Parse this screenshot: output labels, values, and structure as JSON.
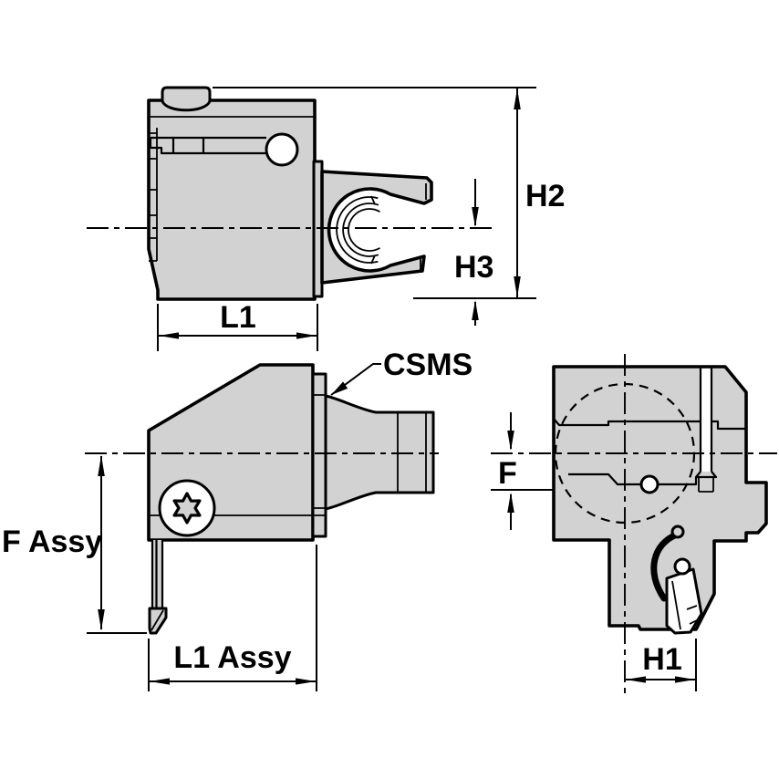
{
  "drawing": {
    "kind": "tool-holder-engineering-drawing",
    "views": {
      "side_view": {
        "dimensions": {
          "h2": "H2",
          "h3": "H3",
          "l1": "L1"
        }
      },
      "assembly_side_view": {
        "callout": "CSMS",
        "dimensions": {
          "f_assy": "F Assy",
          "l1_assy": "L1 Assy"
        }
      },
      "end_view": {
        "dimensions": {
          "f": "F",
          "h1": "H1"
        }
      }
    }
  },
  "colors": {
    "part_fill": "#d2d2d2",
    "hole_fill": "#ffffff",
    "line": "#000000",
    "background": "#ffffff"
  }
}
